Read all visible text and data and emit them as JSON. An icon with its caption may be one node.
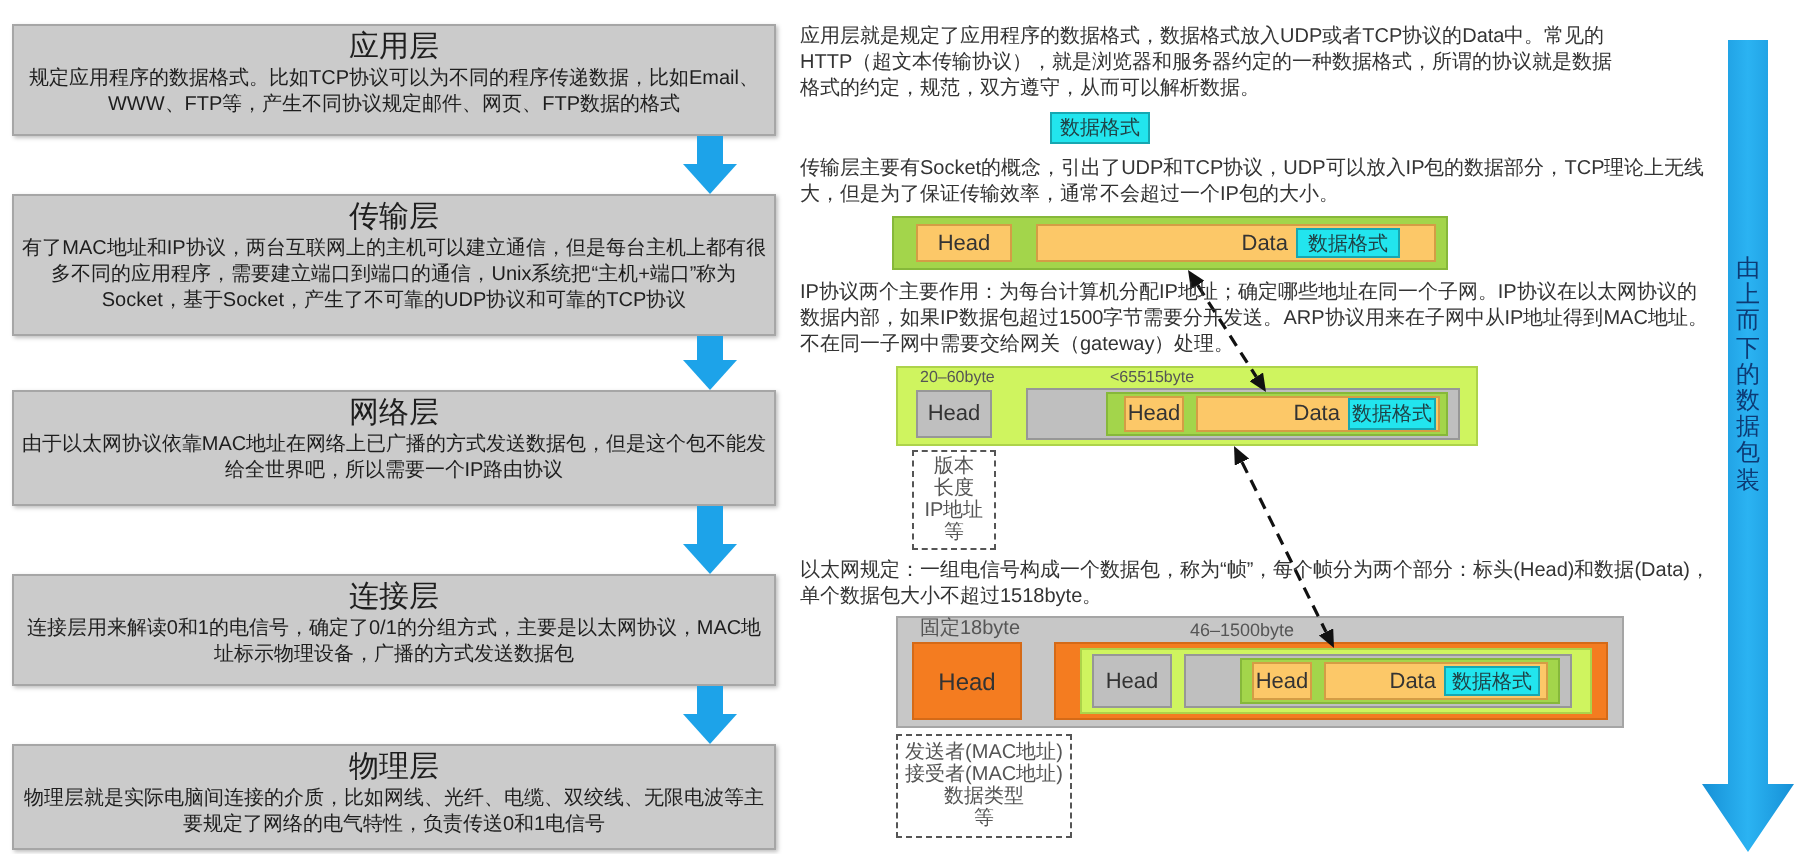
{
  "diagram": {
    "nodes": [
      {
        "text": [
          "应用层",
          "规定应用程序的数据格式。比如TCP协议可以为不同的程序传递数据，比如Email、WWW、FTP等，产生不同协议规定邮件、网页、FTP数据的格式"
        ]
      },
      {
        "text": [
          "传输层",
          "有了MAC地址和IP协议，两台互联网上的主机可以建立通信，但是每台主机上都有很多不同的应用程序，需要建立端口到端口的通信，Unix系统把“主机+端口”称为Socket，基于Socket，产生了不可靠的UDP协议和可靠的TCP协议"
        ]
      },
      {
        "text": [
          "网络层",
          "由于以太网协议依靠MAC地址在网络上已广播的方式发送数据包，但是这个包不能发给全世界吧，所以需要一个IP路由协议"
        ]
      },
      {
        "text": [
          "连接层",
          "连接层用来解读0和1的电信号，确定了0/1的分组方式，主要是以太网协议，MAC地址标示物理设备，广播的方式发送数据包"
        ]
      },
      {
        "text": [
          "物理层",
          "物理层就是实际电脑间连接的介质，比如网线、光纤、电缆、双绞线、无限电波等主要规定了网络的电气特性，负责传送0和1电信号"
        ]
      },
      {
        "text": [
          "数据格式"
        ]
      },
      {
        "text": [],
        "shape": "box"
      },
      {
        "text": [
          "Head"
        ],
        "in": 6
      },
      {
        "text": [
          "Data"
        ],
        "in": 6
      },
      {
        "text": [
          "数据格式"
        ],
        "in": 8
      },
      {
        "text": [],
        "shape": "box"
      },
      {
        "text": [
          "Head"
        ],
        "in": 10,
        "beside": [
          "20–60byte"
        ]
      },
      {
        "text": [],
        "shape": "box",
        "in": 10,
        "beside": [
          "<65515byte"
        ]
      },
      {
        "text": [],
        "shape": "box",
        "in": 12
      },
      {
        "text": [
          "Head"
        ],
        "in": 13
      },
      {
        "text": [
          "Data"
        ],
        "in": 13
      },
      {
        "text": [
          "数据格式"
        ],
        "in": 15
      },
      {
        "text": [
          "版本",
          "长度",
          "IP地址",
          "等"
        ]
      },
      {
        "text": [],
        "shape": "box"
      },
      {
        "text": [
          "Head"
        ],
        "in": 18,
        "beside": [
          "固定18byte"
        ]
      },
      {
        "text": [],
        "shape": "box",
        "in": 18,
        "beside": [
          "46–1500byte"
        ]
      },
      {
        "text": [],
        "shape": "box",
        "in": 20
      },
      {
        "text": [
          "Head"
        ],
        "in": 21
      },
      {
        "text": [],
        "shape": "box",
        "in": 21
      },
      {
        "text": [],
        "shape": "box",
        "in": 23
      },
      {
        "text": [
          "Head"
        ],
        "in": 24
      },
      {
        "text": [
          "Data"
        ],
        "in": 24
      },
      {
        "text": [
          "数据格式"
        ],
        "in": 26
      },
      {
        "text": [
          "发送者(MAC地址)",
          "接受者(MAC地址)",
          "数据类型",
          "等"
        ]
      }
    ],
    "edges": [
      {
        "from": 0,
        "to": 1,
        "arrow": "to"
      },
      {
        "from": 1,
        "to": 2,
        "arrow": "to"
      },
      {
        "from": 2,
        "to": 3,
        "arrow": "to"
      },
      {
        "from": 3,
        "to": 4,
        "arrow": "to"
      },
      {
        "from": 6,
        "to": 13,
        "arrow": "both",
        "style": "dashed",
        "color": "#111111"
      },
      {
        "from": 10,
        "to": 21,
        "arrow": "both",
        "style": "dashed",
        "color": "#111111"
      }
    ],
    "labels": [
      "应用层就是规定了应用程序的数据格式，数据格式放入UDP或者TCP协议的Data中。常见的HTTP（超文本传输协议），就是浏览器和服务器约定的一种数据格式，所谓的协议就是数据格式的约定，规范，双方遵守，从而可以解析数据。",
      "传输层主要有Socket的概念，引出了UDP和TCP协议，UDP可以放入IP包的数据部分，TCP理论上无线大，但是为了保证传输效率，通常不会超过一个IP包的大小。",
      "IP协议两个主要作用：为每台计算机分配IP地址；确定哪些地址在同一个子网。IP协议在以太网协议的数据内部，如果IP数据包超过1500字节需要分开发送。ARP协议用来在子网中从IP地址得到MAC地址。不在同一子网中需要交给网关（gateway）处理。",
      "以太网规定：一组电信号构成一个数据包，称为“帧”，每个帧分为两个部分：标头(Head)和数据(Data)，单个数据包大小不超过1518byte。",
      "由上而下的数据包装"
    ]
  }
}
